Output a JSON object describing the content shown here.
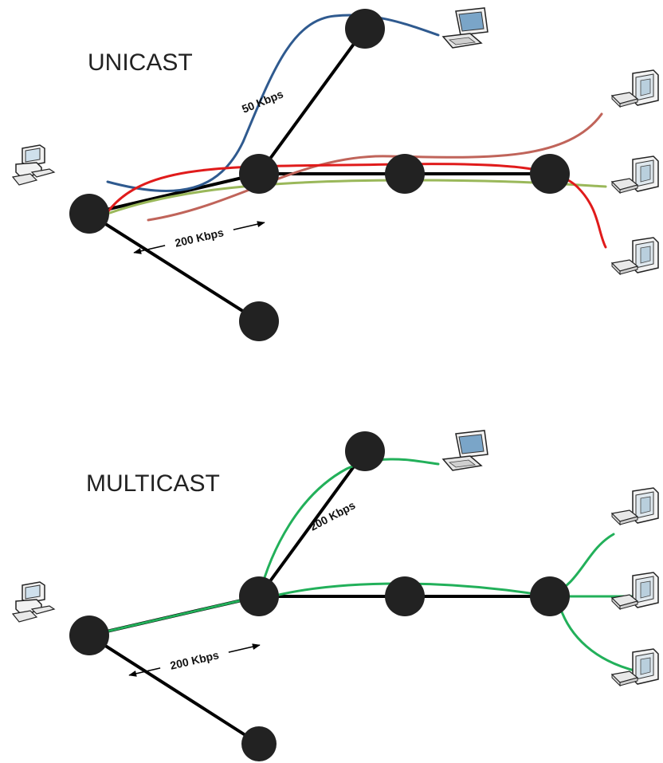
{
  "sections": [
    {
      "id": "unicast",
      "title": "UNICAST",
      "link_rate_top": "50 Kbps",
      "link_rate_bottom": "200 Kbps"
    },
    {
      "id": "multicast",
      "title": "MULTICAST",
      "link_rate_top": "200 Kbps",
      "link_rate_bottom": "200 Kbps"
    }
  ],
  "colors": {
    "node": "#222222",
    "link": "#000000",
    "unicast_flow_blue": "#2f5a8f",
    "unicast_flow_red": "#e01b1b",
    "unicast_flow_brown": "#c0645a",
    "unicast_flow_olive": "#9ab85a",
    "multicast_flow": "#22b05a"
  },
  "icons": [
    "desktop-computer-icon",
    "laptop-icon",
    "workstation-icon"
  ]
}
